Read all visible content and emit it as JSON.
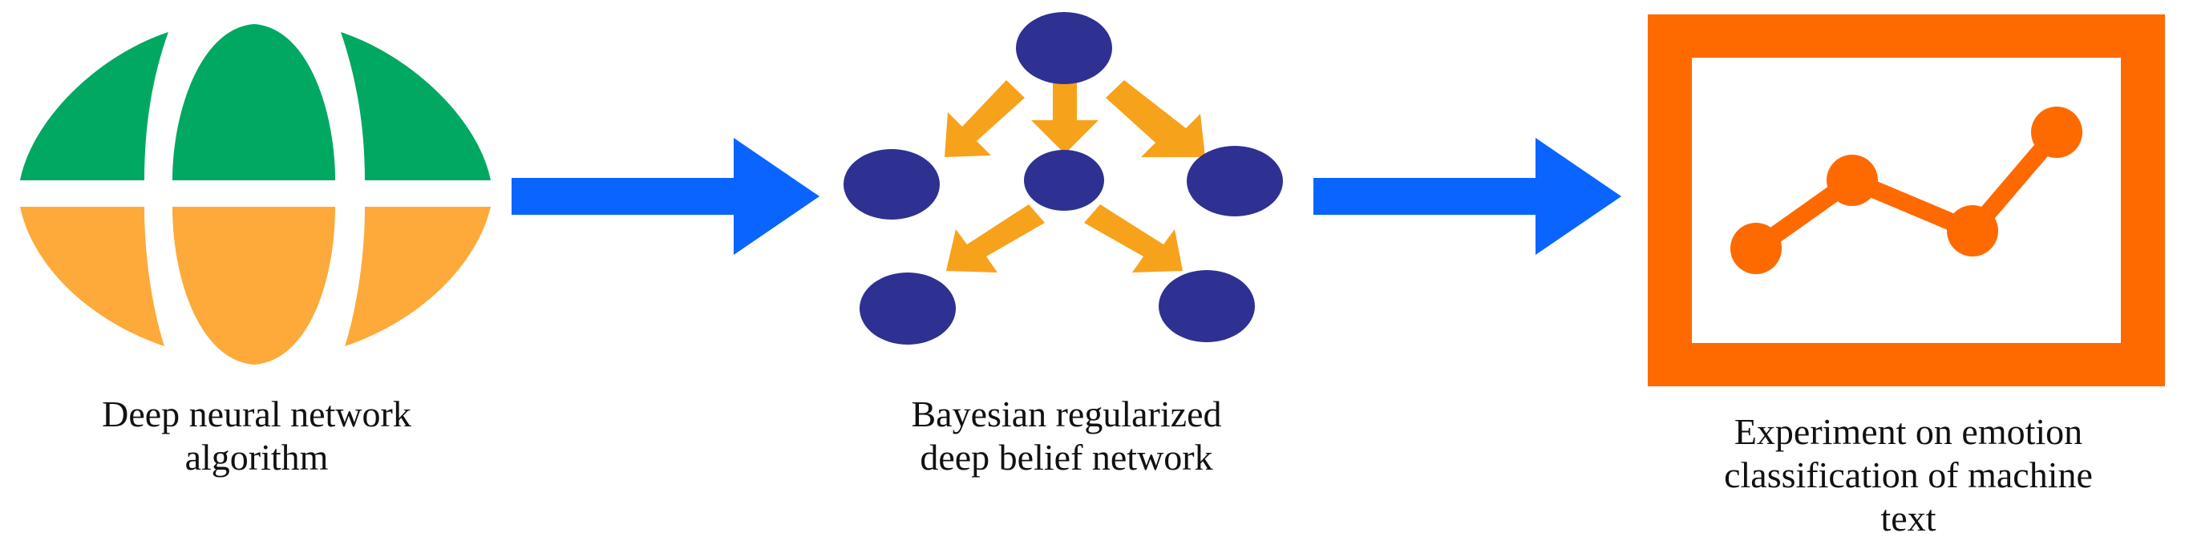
{
  "stages": [
    {
      "icon": "globe-icon",
      "label_lines": [
        "Deep neural network",
        "algorithm"
      ]
    },
    {
      "icon": "network-graph-icon",
      "label_lines": [
        "Bayesian regularized",
        "deep belief network"
      ]
    },
    {
      "icon": "line-chart-icon",
      "label_lines": [
        "Experiment on emotion",
        "classification of machine",
        "text"
      ]
    }
  ],
  "colors": {
    "globe_top": "#00a862",
    "globe_bottom": "#fdaa3a",
    "flow_arrow": "#0a64ff",
    "node": "#2e3192",
    "node_arrow": "#f7a21b",
    "chart_frame": "#ff6a00"
  }
}
